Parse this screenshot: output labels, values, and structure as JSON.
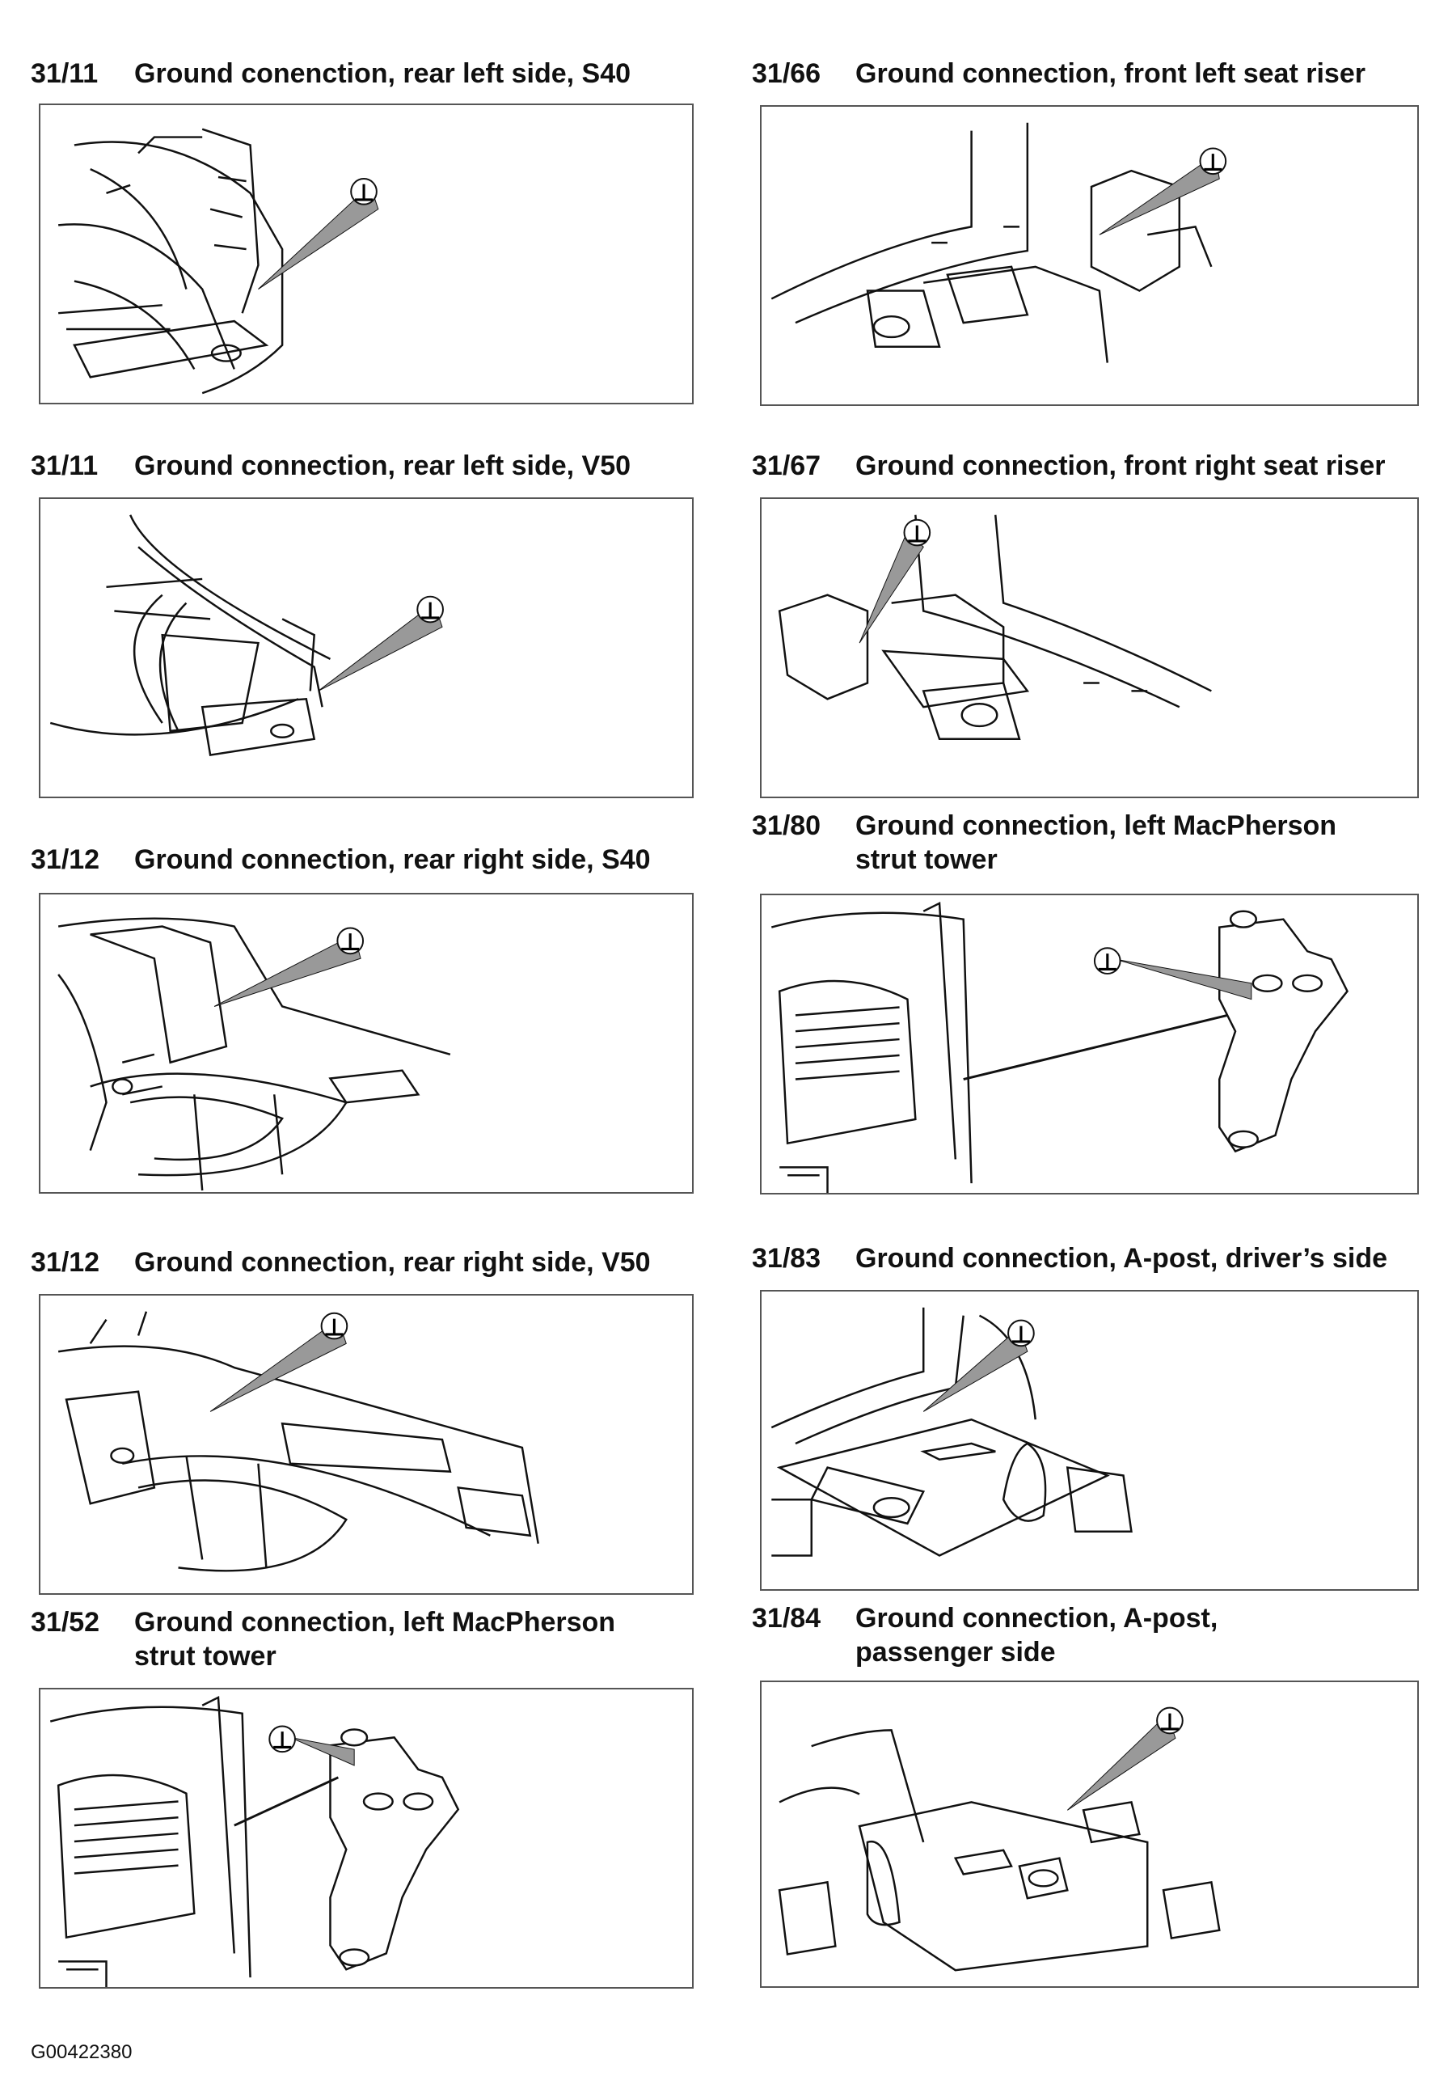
{
  "panels": [
    {
      "id": "31/11",
      "title": "Ground conenction, rear left side, S40",
      "title2": ""
    },
    {
      "id": "31/66",
      "title": "Ground connection, front left seat riser",
      "title2": ""
    },
    {
      "id": "31/11",
      "title": "Ground connection, rear left side, V50",
      "title2": ""
    },
    {
      "id": "31/67",
      "title": "Ground connection, front right seat riser",
      "title2": ""
    },
    {
      "id": "31/12",
      "title": "Ground connection, rear right side, S40",
      "title2": ""
    },
    {
      "id": "31/80",
      "title": "Ground connection, left MacPherson",
      "title2": " strut tower"
    },
    {
      "id": "31/12",
      "title": "Ground connection, rear right side, V50",
      "title2": ""
    },
    {
      "id": "31/83",
      "title": "Ground connection, A-post, driver’s side",
      "title2": ""
    },
    {
      "id": "31/52",
      "title": "Ground connection, left MacPherson",
      "title2": "strut tower"
    },
    {
      "id": "31/84",
      "title": "Ground connection, A-post,",
      "title2": "passenger side"
    }
  ],
  "ground_symbol": "⊥",
  "figure_code": "G00422380"
}
